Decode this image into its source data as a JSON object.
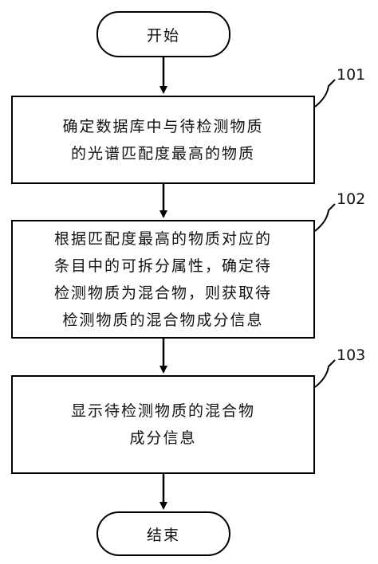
{
  "flowchart": {
    "start": {
      "label": "开始"
    },
    "steps": [
      {
        "number": "101",
        "text": "确定数据库中与待检测物质\n的光谱匹配度最高的物质"
      },
      {
        "number": "102",
        "text": "根据匹配度最高的物质对应的\n条目中的可拆分属性，确定待\n检测物质为混合物，则获取待\n检测物质的混合物成分信息"
      },
      {
        "number": "103",
        "text": "显示待检测物质的混合物\n成分信息"
      }
    ],
    "end": {
      "label": "结束"
    }
  },
  "colors": {
    "stroke": "#000000",
    "background": "#ffffff",
    "text": "#111111"
  }
}
